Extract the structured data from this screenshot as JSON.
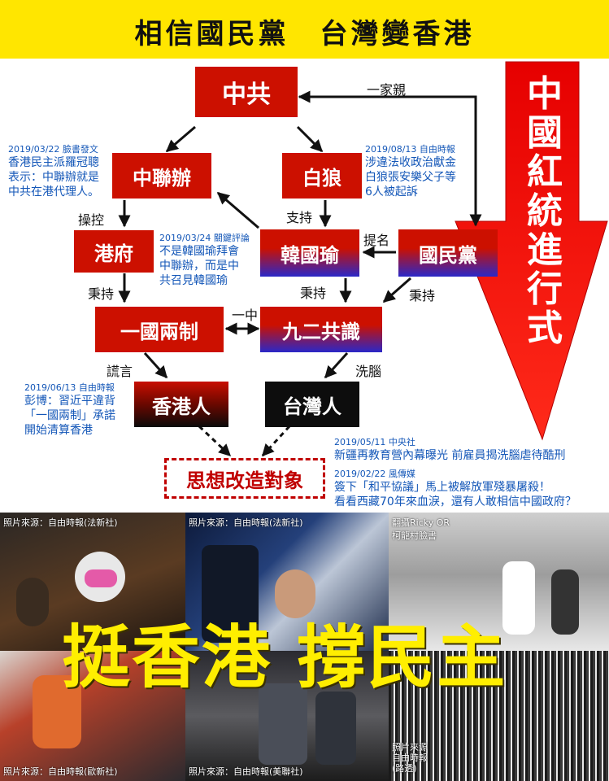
{
  "banner": {
    "title": "相信國民黨　台灣變香港"
  },
  "diagram": {
    "nodes": {
      "ccp": "中共",
      "liaison_office": "中聯辦",
      "white_wolf": "白狼",
      "hk_government": "港府",
      "han_kuo_yu": "韓國瑜",
      "kmt": "國民黨",
      "one_country_two_systems": "一國兩制",
      "consensus_92": "九二共識",
      "hongkongers": "香港人",
      "taiwanese": "台灣人",
      "reeducation_target": "思想改造對象"
    },
    "edge_labels": {
      "one_family": "一家親",
      "manipulate": "操控",
      "support": "支持",
      "nominate": "提名",
      "uphold_1": "秉持",
      "uphold_2": "秉持",
      "uphold_3": "秉持",
      "one_china": "一中",
      "lies": "謊言",
      "brainwash": "洗腦"
    },
    "arrow_text": [
      "中",
      "國",
      "紅",
      "統",
      "進",
      "行",
      "式"
    ],
    "notes": {
      "n1": {
        "date": "2019/03/22 臉書發文",
        "lines": [
          "香港民主派羅冠聰",
          "表示：中聯辦就是",
          "中共在港代理人。"
        ]
      },
      "n2": {
        "date": "2019/08/13 自由時報",
        "lines": [
          "涉違法收政治獻金",
          "白狼張安樂父子等",
          "6人被起訴"
        ]
      },
      "n3": {
        "date": "2019/03/24 關鍵評論",
        "lines": [
          "不是韓國瑜拜會",
          "中聯辦，而是中",
          "共召見韓國瑜"
        ]
      },
      "n4": {
        "date": "2019/06/13 自由時報",
        "lines": [
          "彭博：習近平違背",
          "「一國兩制」承諾",
          "開始清算香港"
        ]
      },
      "n5": {
        "date": "2019/05/11 中央社",
        "lines": [
          "新疆再教育營內幕曝光 前雇員揭洗腦虐待酷刑"
        ]
      },
      "n6": {
        "date": "2019/02/22 風傳媒",
        "lines": [
          "簽下「和平協議」馬上被解放軍殘暴屠殺！",
          "看看西藏70年來血淚，還有人敢相信中國政府？"
        ]
      }
    }
  },
  "photos": {
    "slogan": "挺香港 撐民主",
    "credits": {
      "c1": "照片來源：自由時報(法新社)",
      "c2": "照片來源：自由時報(法新社)",
      "c3": "翻攝Ricky OR\n柯龍村臉書",
      "c4": "照片來源：自由時報(歐新社)",
      "c5": "照片來源：自由時報(美聯社)",
      "c6": "照片來源\n自由時報\n(路透)"
    }
  },
  "colors": {
    "banner": "#ffe600",
    "red": "#cc1000",
    "blue": "#2a27c8",
    "note_blue": "#1457b8",
    "slogan": "#ffee00"
  }
}
